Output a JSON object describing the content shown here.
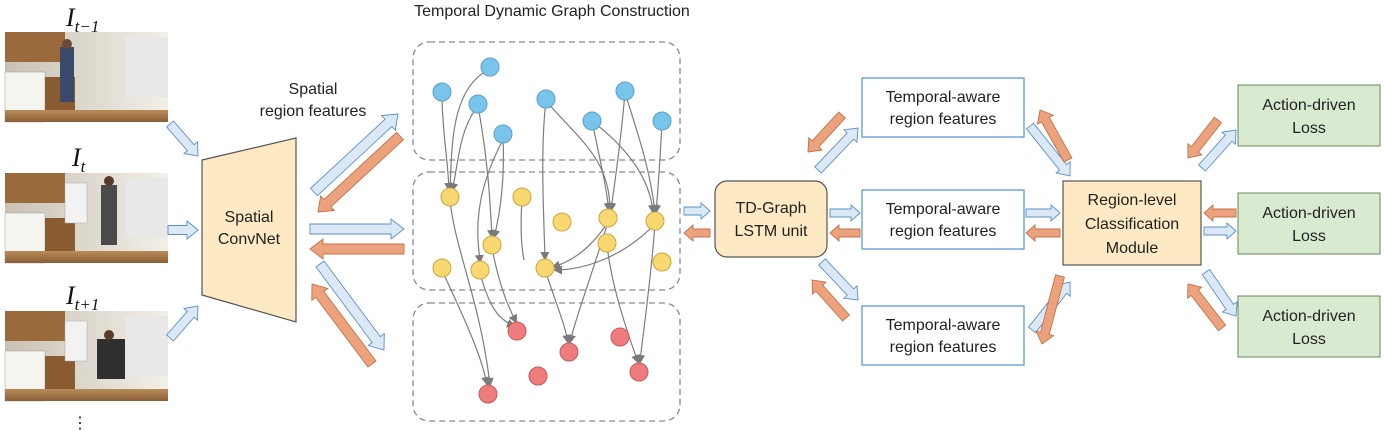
{
  "title": "Temporal Dynamic Graph Construction",
  "frames": {
    "prev_label_main": "I",
    "prev_label_sub": "t−1",
    "curr_label_main": "I",
    "curr_label_sub": "t",
    "next_label_main": "I",
    "next_label_sub": "t+1",
    "ellipsis": "⋮"
  },
  "spatial_convnet": {
    "line1": "Spatial",
    "line2": "ConvNet"
  },
  "spatial_region_features": {
    "line1": "Spatial",
    "line2": "region features"
  },
  "td_graph": {
    "line1": "TD-Graph",
    "line2": "LSTM unit"
  },
  "temporal_aware": [
    {
      "line1": "Temporal-aware",
      "line2": "region features"
    },
    {
      "line1": "Temporal-aware",
      "line2": "region features"
    },
    {
      "line1": "Temporal-aware",
      "line2": "region features"
    }
  ],
  "classification_module": {
    "line1": "Region-level",
    "line2": "Classification",
    "line3": "Module"
  },
  "losses": [
    {
      "line1": "Action-driven",
      "line2": "Loss"
    },
    {
      "line1": "Action-driven",
      "line2": "Loss"
    },
    {
      "line1": "Action-driven",
      "line2": "Loss"
    }
  ],
  "colors": {
    "blue_node": "#79c4ea",
    "yellow_node": "#f9d872",
    "red_node": "#ef7c7c",
    "module_fill": "#fde9c3",
    "loss_fill": "#d8ead0",
    "box_border": "#5b9bd5",
    "arrow_blue": "#dbe9f7",
    "arrow_orange": "#eca27c"
  }
}
